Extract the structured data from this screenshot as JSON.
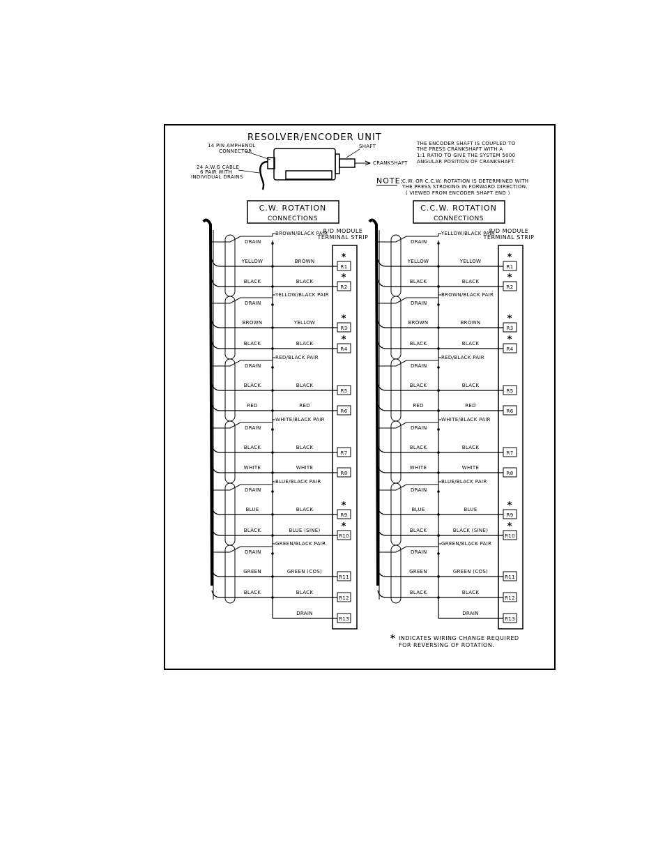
{
  "unit": {
    "title": "RESOLVER/ENCODER UNIT",
    "connector_label": [
      "14 PIN AMPHENOL",
      "CONNECTOR"
    ],
    "cable_label": [
      "24 A.W.G CABLE",
      "6 PAIR WITH",
      "INDIVIDUAL DRAINS"
    ],
    "shaft_label": "SHAFT",
    "crankshaft_label": "CRANKSHAFT"
  },
  "info_text": [
    "THE ENCODER SHAFT IS COUPLED TO",
    "THE PRESS CRANKSHAFT WITH A",
    "1:1 RATIO TO GIVE THE SYSTEM 5000",
    "ANGULAR POSITION OF CRANKSHAFT."
  ],
  "note": {
    "label": "NOTE:",
    "lines": [
      "C.W. OR C.C.W. ROTATION IS DETERMINED WITH",
      "THE PRESS STROKING IN FORWARD DIRECTION.",
      "( VIEWED FROM ENCODER SHAFT END )"
    ]
  },
  "terminal_header": [
    "R/D MODULE",
    "TERMINAL STRIP"
  ],
  "drain_label": "DRAIN",
  "panels": [
    {
      "id": "cw",
      "title_lines": [
        "C.W. ROTATION",
        "CONNECTIONS"
      ],
      "pairs": [
        "BROWN/BLACK PAIR",
        "YELLOW/BLACK PAIR",
        "RED/BLACK PAIR",
        "WHITE/BLACK PAIR",
        "BLUE/BLACK PAIR",
        "GREEN/BLACK PAIR"
      ],
      "rows": [
        {
          "left": "YELLOW",
          "right": "BROWN",
          "terminal": "R1",
          "star": true
        },
        {
          "left": "BLACK",
          "right": "BLACK",
          "terminal": "R2",
          "star": true
        },
        {
          "left": "BROWN",
          "right": "YELLOW",
          "terminal": "R3",
          "star": true
        },
        {
          "left": "BLACK",
          "right": "BLACK",
          "terminal": "R4",
          "star": true
        },
        {
          "left": "BLACK",
          "right": "BLACK",
          "terminal": "R5",
          "star": false
        },
        {
          "left": "RED",
          "right": "RED",
          "terminal": "R6",
          "star": false
        },
        {
          "left": "BLACK",
          "right": "BLACK",
          "terminal": "R7",
          "star": false
        },
        {
          "left": "WHITE",
          "right": "WHITE",
          "terminal": "R8",
          "star": false
        },
        {
          "left": "BLUE",
          "right": "BLACK",
          "terminal": "R9",
          "star": true
        },
        {
          "left": "BLACK",
          "right": "BLUE (SINE)",
          "terminal": "R10",
          "star": true
        },
        {
          "left": "GREEN",
          "right": "GREEN (COS)",
          "terminal": "R11",
          "star": false
        },
        {
          "left": "BLACK",
          "right": "BLACK",
          "terminal": "R12",
          "star": false
        }
      ],
      "last": {
        "right": "DRAIN",
        "terminal": "R13"
      }
    },
    {
      "id": "ccw",
      "title_lines": [
        "C.C.W. ROTATION",
        "CONNECTIONS"
      ],
      "pairs": [
        "YELLOW/BLACK PAIR",
        "BROWN/BLACK PAIR",
        "RED/BLACK PAIR",
        "WHITE/BLACK PAIR",
        "BLUE/BLACK PAIR",
        "GREEN/BLACK PAIR"
      ],
      "rows": [
        {
          "left": "YELLOW",
          "right": "YELLOW",
          "terminal": "R1",
          "star": true
        },
        {
          "left": "BLACK",
          "right": "BLACK",
          "terminal": "R2",
          "star": true
        },
        {
          "left": "BROWN",
          "right": "BROWN",
          "terminal": "R3",
          "star": true
        },
        {
          "left": "BLACK",
          "right": "BLACK",
          "terminal": "R4",
          "star": true
        },
        {
          "left": "BLACK",
          "right": "BLACK",
          "terminal": "R5",
          "star": false
        },
        {
          "left": "RED",
          "right": "RED",
          "terminal": "R6",
          "star": false
        },
        {
          "left": "BLACK",
          "right": "BLACK",
          "terminal": "R7",
          "star": false
        },
        {
          "left": "WHITE",
          "right": "WHITE",
          "terminal": "R8",
          "star": false
        },
        {
          "left": "BLUE",
          "right": "BLUE",
          "terminal": "R9",
          "star": true
        },
        {
          "left": "BLACK",
          "right": "BLACK (SINE)",
          "terminal": "R10",
          "star": true
        },
        {
          "left": "GREEN",
          "right": "GREEN (COS)",
          "terminal": "R11",
          "star": false
        },
        {
          "left": "BLACK",
          "right": "BLACK",
          "terminal": "R12",
          "star": false
        }
      ],
      "last": {
        "right": "DRAIN",
        "terminal": "R13"
      }
    }
  ],
  "footnote": {
    "star": "*",
    "lines": [
      "INDICATES WIRING CHANGE REQUIRED",
      "FOR REVERSING OF ROTATION."
    ]
  }
}
